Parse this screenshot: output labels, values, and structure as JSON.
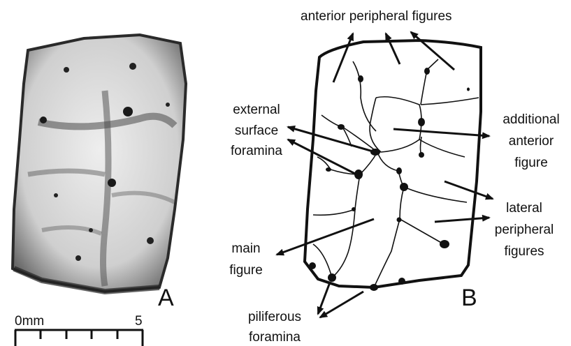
{
  "panels": {
    "photo_label": "A",
    "drawing_label": "B"
  },
  "scale_bar": {
    "start_label": "0mm",
    "end_label": "5",
    "divisions": 5
  },
  "labels": {
    "anterior_peripheral": "anterior peripheral figures",
    "external_surface_foramina": [
      "external",
      "surface",
      "foramina"
    ],
    "additional_anterior": [
      "additional",
      "anterior",
      "figure"
    ],
    "lateral_peripheral": [
      "lateral",
      "peripheral",
      "figures"
    ],
    "main_figure": [
      "main",
      "figure"
    ],
    "piliferous_foramina": [
      "piliferous",
      "foramina"
    ]
  },
  "colors": {
    "ink": "#111111",
    "bone_light": "#e6e6e6",
    "bone_mid": "#b9b9b9",
    "bone_dark": "#3a3a3a"
  }
}
